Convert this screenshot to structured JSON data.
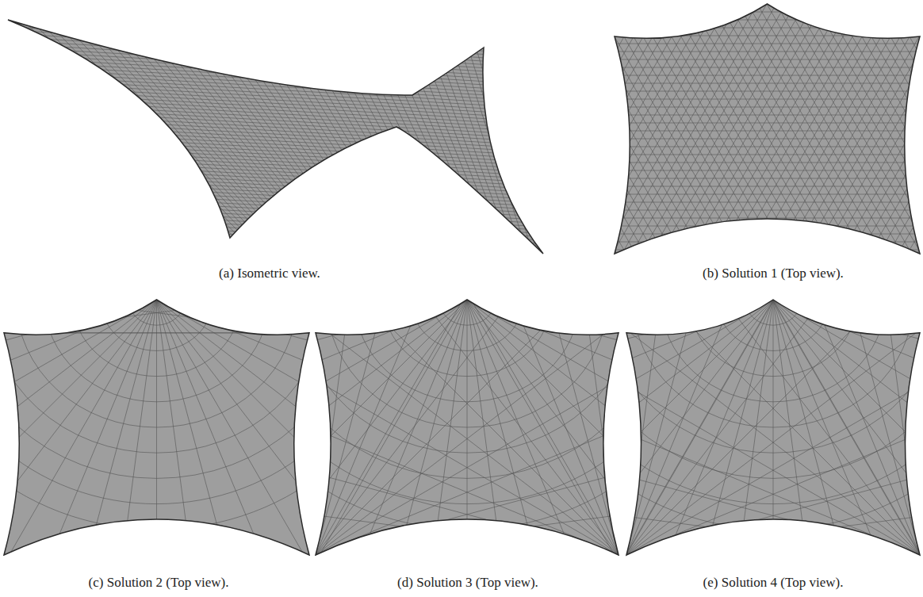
{
  "diagram": {
    "labels": [
      "(a) Isometric view.",
      "(b) Solution 1 (Top view).",
      "(c) Solution 2 (Top view).",
      "(d) Solution 3 (Top view).",
      "(e) Solution 4 (Top view)."
    ]
  }
}
